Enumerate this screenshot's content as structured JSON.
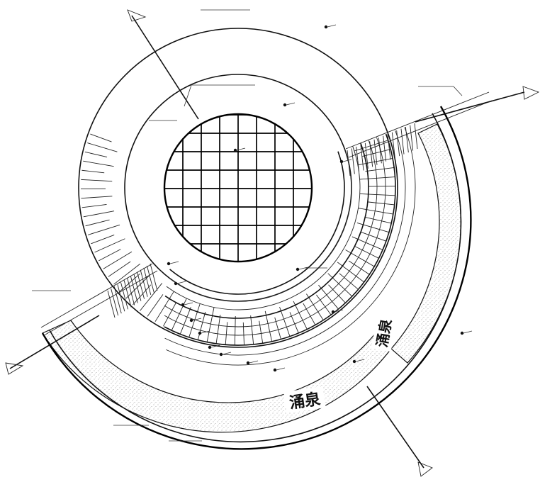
{
  "drawing": {
    "stamps": [
      {
        "id": "stamp-right",
        "text": "涌泉"
      },
      {
        "id": "stamp-bottom",
        "text": "涌泉"
      }
    ]
  }
}
